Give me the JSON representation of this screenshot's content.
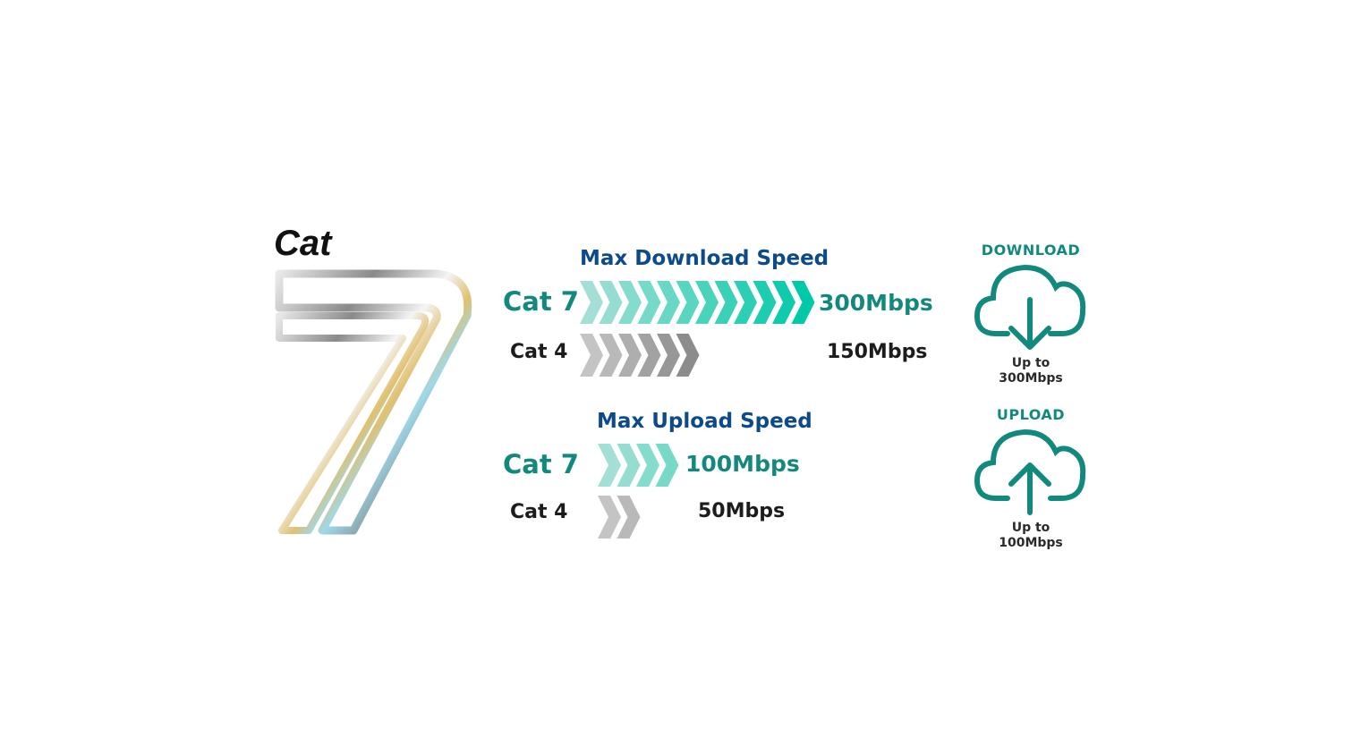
{
  "logo": {
    "word": "Cat",
    "number": "7"
  },
  "download": {
    "title": "Max Download Speed",
    "rows": [
      {
        "label": "Cat 7",
        "speed": "300Mbps",
        "chevrons": 12
      },
      {
        "label": "Cat 4",
        "speed": "150Mbps",
        "chevrons": 6
      }
    ]
  },
  "upload": {
    "title": "Max Upload Speed",
    "rows": [
      {
        "label": "Cat 7",
        "speed": "100Mbps",
        "chevrons": 4
      },
      {
        "label": "Cat 4",
        "speed": "50Mbps",
        "chevrons": 2
      }
    ]
  },
  "icons": {
    "download": {
      "heading": "DOWNLOAD",
      "line1": "Up to",
      "line2": "300Mbps"
    },
    "upload": {
      "heading": "UPLOAD",
      "line1": "Up to",
      "line2": "100Mbps"
    }
  },
  "colors": {
    "teal_light": "#a3dfd4",
    "teal": "#00c9a7",
    "gray_light": "#c4c4c4",
    "gray": "#8c8c8c",
    "brand": "#12897c",
    "title": "#0d4a8a"
  }
}
